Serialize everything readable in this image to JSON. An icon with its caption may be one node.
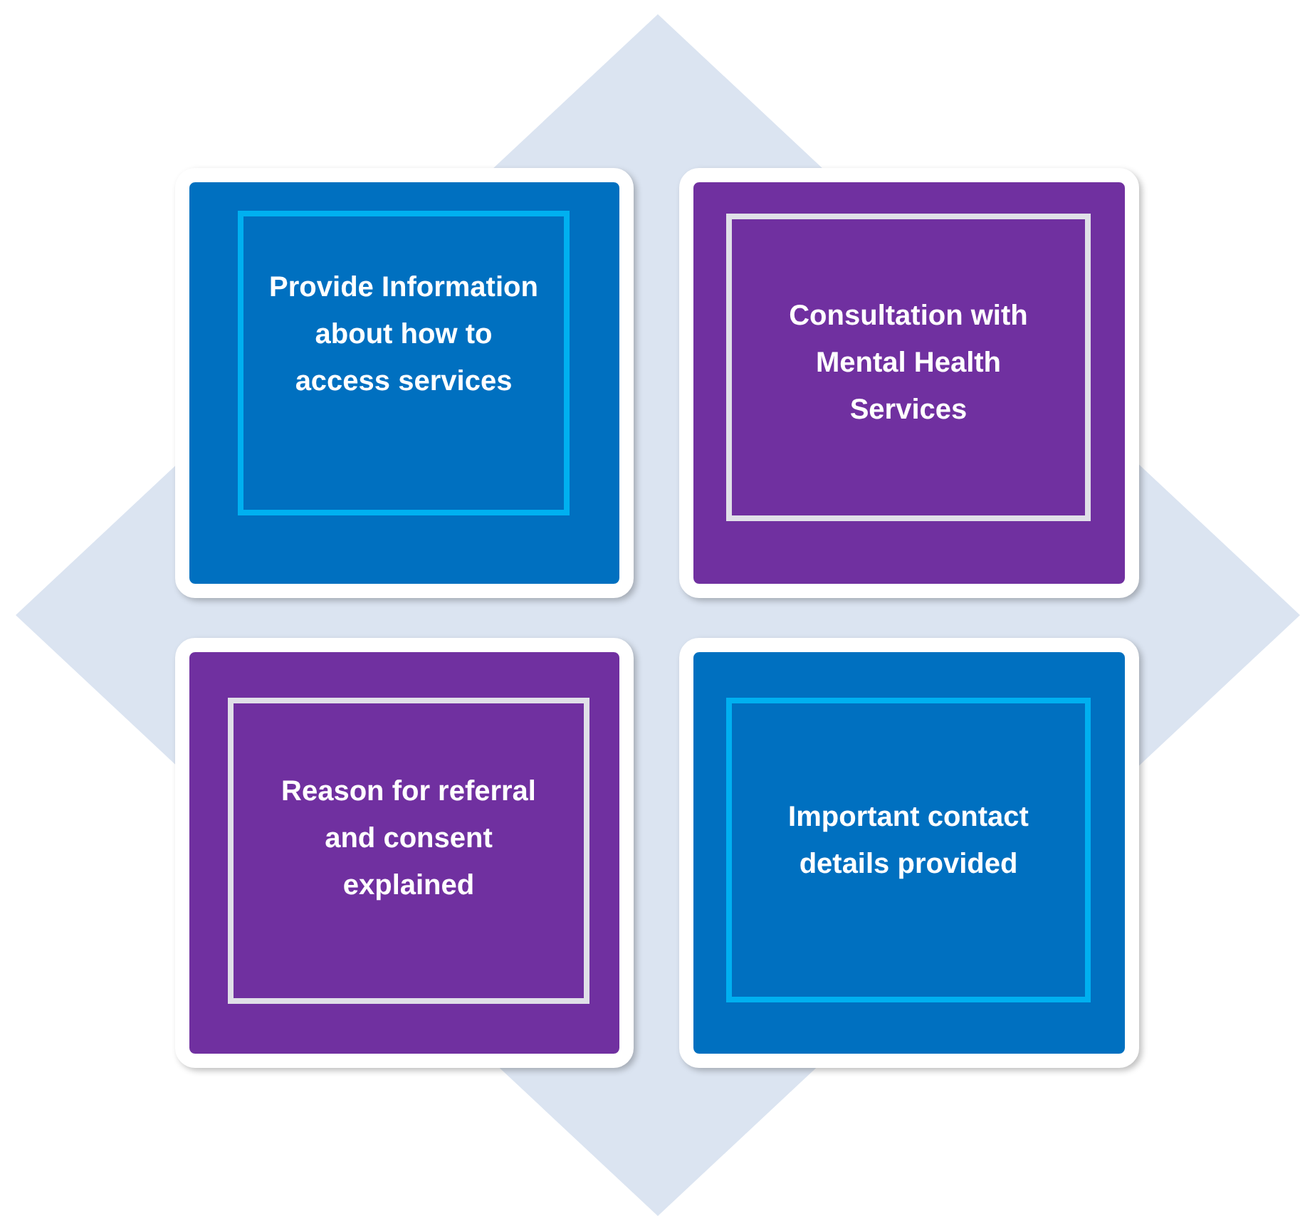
{
  "diagram": {
    "nodes": [
      {
        "text": [
          "Provide Information about how to access services"
        ]
      },
      {
        "text": [
          "Consultation with Mental Health Services"
        ]
      },
      {
        "text": [
          "Reason for referral and consent explained"
        ]
      },
      {
        "text": [
          "Important contact details provided"
        ]
      }
    ]
  }
}
